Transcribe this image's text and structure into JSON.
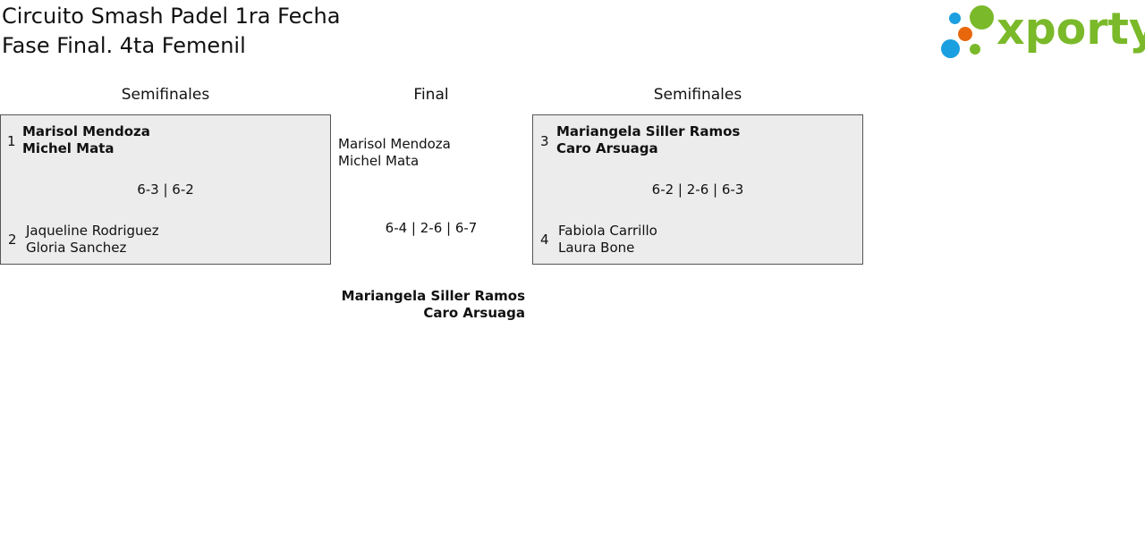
{
  "header": {
    "title_line1": "Circuito Smash Padel 1ra Fecha",
    "title_line2": "Fase Final. 4ta Femenil"
  },
  "logo": {
    "text": "xporty",
    "colors": {
      "green": "#7ab929",
      "blue": "#1a9fe0",
      "orange": "#e8670c"
    }
  },
  "rounds": {
    "left_title": "Semifinales",
    "final_title": "Final",
    "right_title": "Semifinales"
  },
  "semifinal_left": {
    "team1": {
      "seed": "1",
      "player1": "Marisol Mendoza",
      "player2": "Michel Mata"
    },
    "score": "6-3 | 6-2",
    "team2": {
      "seed": "2",
      "player1": "Jaqueline Rodriguez",
      "player2": "Gloria Sanchez"
    }
  },
  "semifinal_right": {
    "team1": {
      "seed": "3",
      "player1": "Mariangela Siller Ramos",
      "player2": "Caro Arsuaga"
    },
    "score": "6-2 | 2-6 | 6-3",
    "team2": {
      "seed": "4",
      "player1": "Fabiola Carrillo",
      "player2": "Laura Bone"
    }
  },
  "final": {
    "team1": {
      "player1": "Marisol Mendoza",
      "player2": "Michel Mata"
    },
    "score": "6-4 | 2-6 | 6-7",
    "team2": {
      "player1": "Mariangela Siller Ramos",
      "player2": "Caro Arsuaga"
    }
  }
}
